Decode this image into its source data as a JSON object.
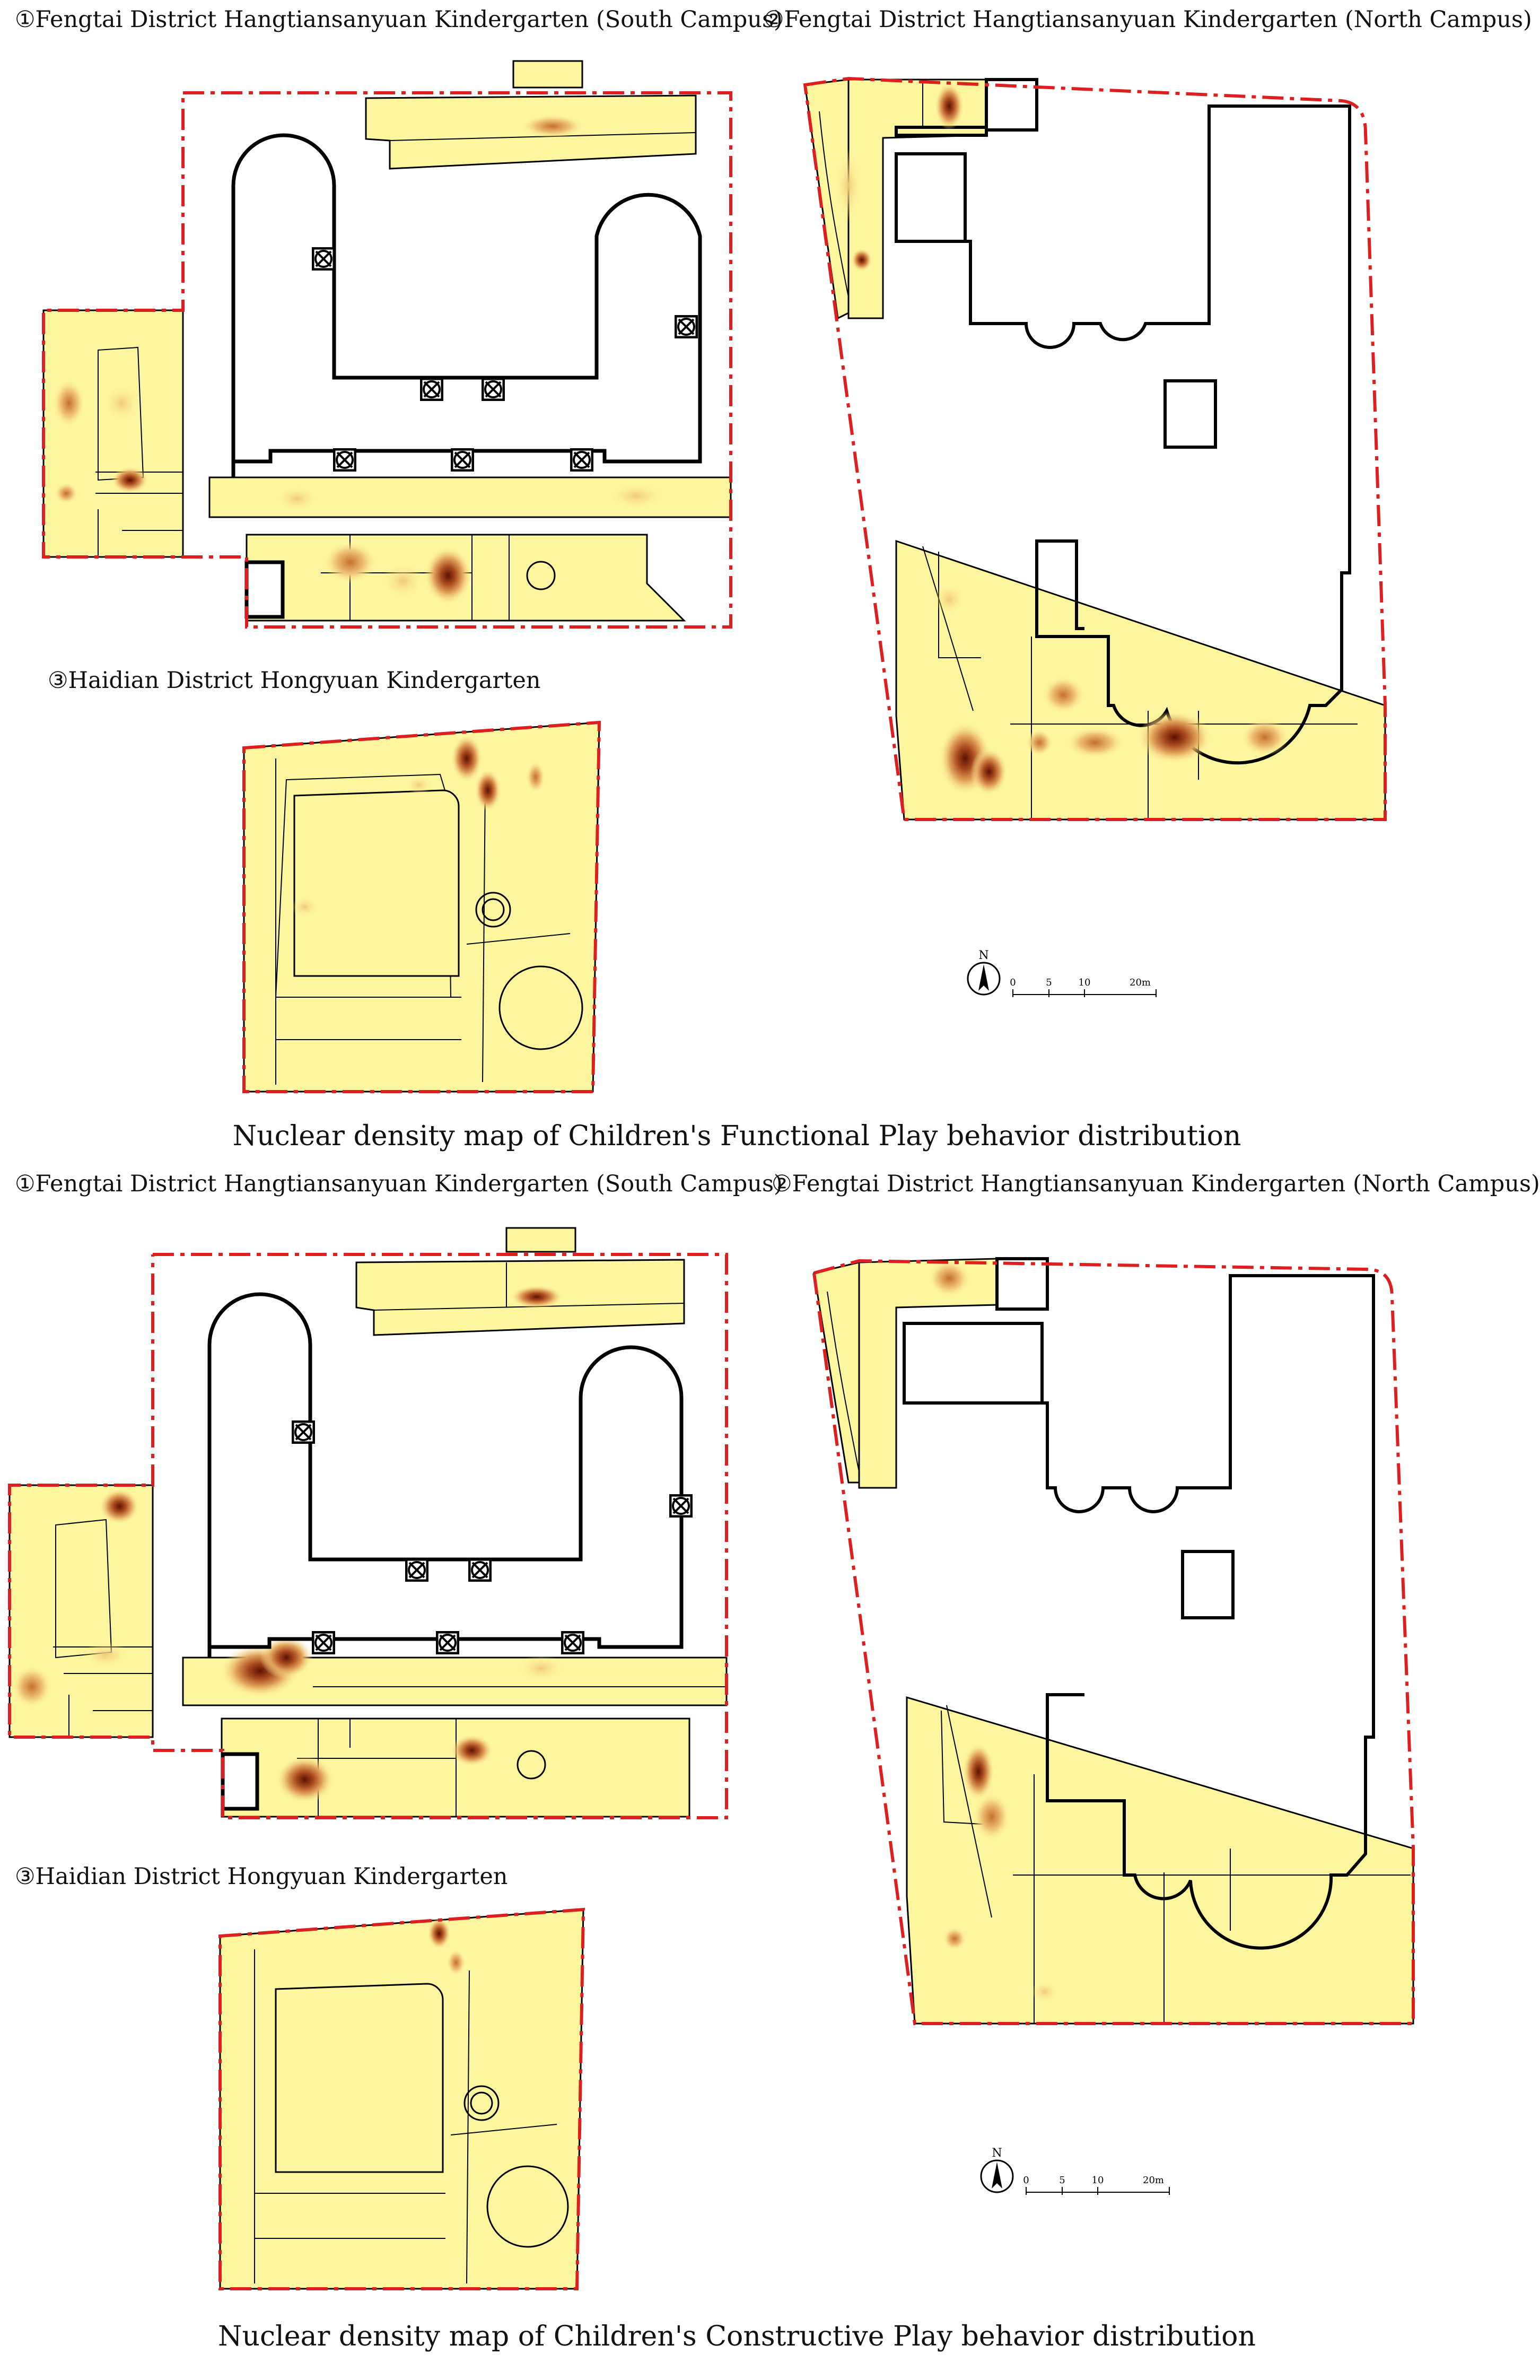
{
  "section1": {
    "label_south": "①Fengtai District Hangtiansanyuan Kindergarten (South Campus)",
    "label_north": "②Fengtai District Hangtiansanyuan Kindergarten (North Campus)",
    "label_haidian": "③Haidian District Hongyuan Kindergarten",
    "caption": "Nuclear density map of Children's Functional Play behavior distribution"
  },
  "section2": {
    "label_south": "①Fengtai District Hangtiansanyuan Kindergarten (South Campus)",
    "label_north": "②Fengtai District Hangtiansanyuan Kindergarten (North Campus)",
    "label_haidian": "③Haidian District Hongyuan Kindergarten",
    "caption": "Nuclear density map of Children's Constructive Play behavior distribution"
  },
  "scale_bar": {
    "north": "N",
    "ticks": [
      "0",
      "5",
      "10",
      "20m"
    ]
  },
  "colors": {
    "site_fill": "#fdf69e",
    "boundary": "#dd1f1f",
    "building_stroke": "#000000",
    "density_low": "#f4cf7a",
    "density_mid": "#c9722c",
    "density_high": "#5a1205"
  }
}
